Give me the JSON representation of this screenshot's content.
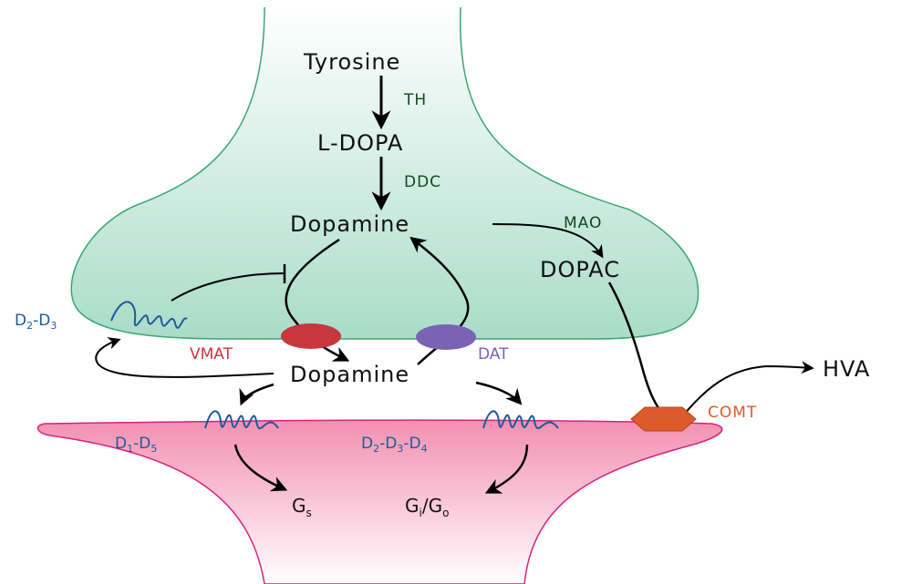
{
  "colors": {
    "presynaptic_fill": "#bfe6da",
    "presynaptic_stroke": "#3aa675",
    "postsynaptic_fill": "#f7a9c1",
    "postsynaptic_stroke": "#d4227f",
    "receptor": "#1d5a9a",
    "vmat": "#c8373e",
    "dat": "#7a63b5",
    "comt": "#dd5a2a",
    "enzyme_text": "#0f4a1e",
    "arrow": "#000000"
  },
  "molecules": {
    "tyrosine": "Tyrosine",
    "ldopa": "L-DOPA",
    "dopamine_pre": "Dopamine",
    "dopac": "DOPAC",
    "dopamine_cleft": "Dopamine",
    "hva": "HVA"
  },
  "enzymes": {
    "th": "TH",
    "ddc": "DDC",
    "mao": "MAO",
    "comt": "COMT"
  },
  "transporters": {
    "vmat": "VMAT",
    "dat": "DAT"
  },
  "receptors": {
    "autoreceptor": {
      "d1": "D",
      "s1": "2",
      "d2": "-D",
      "s2": "3"
    },
    "d1d5": {
      "d1": "D",
      "s1": "1",
      "d2": "-D",
      "s2": "5"
    },
    "d2d3d4": {
      "d1": "D",
      "s1": "2",
      "d2": "-D",
      "s2": "3",
      "d3": "-D",
      "s3": "4"
    }
  },
  "gproteins": {
    "gs": {
      "main": "G",
      "sub": "s"
    },
    "gio": {
      "m1": "G",
      "s1": "i",
      "m2": "/G",
      "s2": "o"
    }
  }
}
